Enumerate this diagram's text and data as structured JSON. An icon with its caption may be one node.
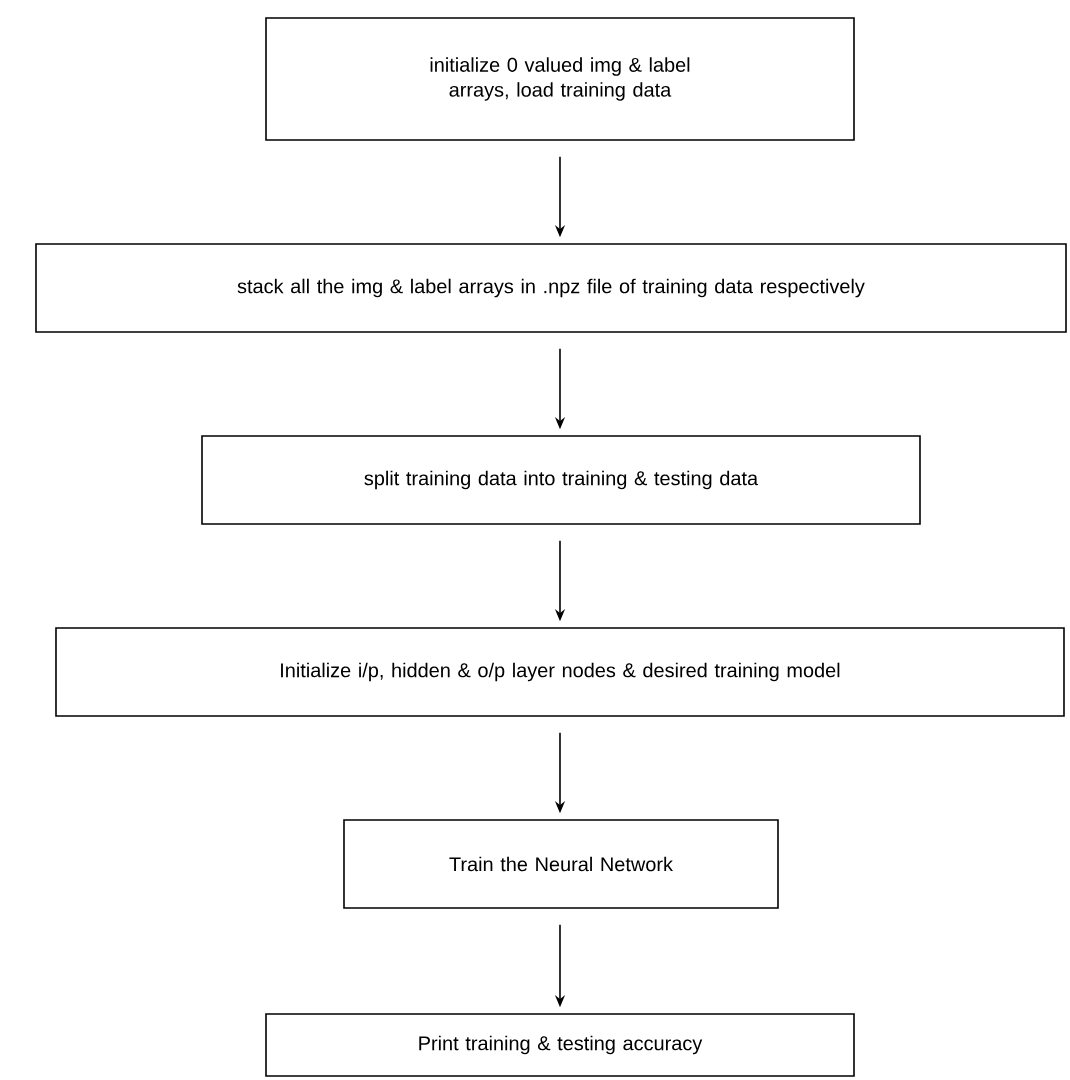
{
  "diagram": {
    "nodes": [
      {
        "text": [
          "initialize 0 valued img & label arrays, load training data"
        ]
      },
      {
        "text": [
          "stack all the img & label arrays in .npz file of training data respectively"
        ]
      },
      {
        "text": [
          "split training data into training & testing data"
        ]
      },
      {
        "text": [
          "Initialize i/p, hidden & o/p layer nodes & desired training model"
        ]
      },
      {
        "text": [
          "Train the Neural Network"
        ]
      },
      {
        "text": [
          "Print training & testing accuracy"
        ]
      }
    ],
    "edges": [
      {
        "from": 0,
        "to": 1,
        "arrow": "to"
      },
      {
        "from": 1,
        "to": 2,
        "arrow": "to"
      },
      {
        "from": 2,
        "to": 3,
        "arrow": "to"
      },
      {
        "from": 3,
        "to": 4,
        "arrow": "to"
      },
      {
        "from": 4,
        "to": 5,
        "arrow": "to"
      }
    ]
  }
}
